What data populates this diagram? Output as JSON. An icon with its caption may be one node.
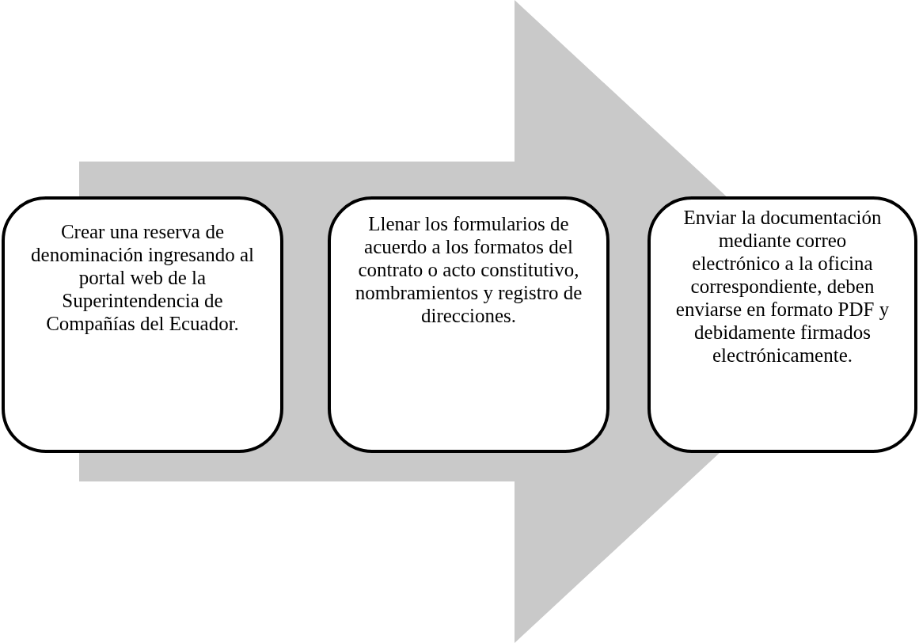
{
  "diagram": {
    "nodes": [
      {
        "text": [
          "Crear una reserva de denominación ingresando al portal web de la Superintendencia de Compañías del Ecuador."
        ]
      },
      {
        "text": [
          "Llenar los formularios de acuerdo a los formatos del contrato o acto constitutivo, nombramientos y registro de direcciones."
        ]
      },
      {
        "text": [
          "Enviar la documentación mediante correo electrónico a la oficina correspondiente, deben enviarse en formato PDF y debidamente firmados electrónicamente."
        ]
      }
    ],
    "edges": [
      {
        "from": 0,
        "to": 2,
        "arrow": "to",
        "style": "thick"
      }
    ]
  }
}
